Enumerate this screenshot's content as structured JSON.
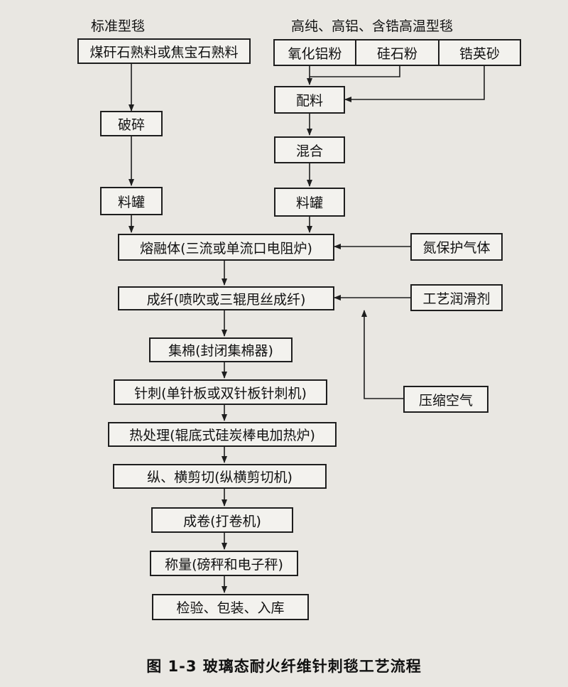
{
  "headers": {
    "left": "标准型毯",
    "right": "高纯、高铝、含锆高温型毯"
  },
  "left_branch": {
    "raw_material": "煤矸石熟料或焦宝石熟料",
    "crushing": "破碎",
    "tank": "料罐"
  },
  "right_branch": {
    "materials": [
      "氧化铝粉",
      "硅石粉",
      "锆英砂"
    ],
    "batching": "配料",
    "mixing": "混合",
    "tank": "料罐"
  },
  "main_steps": [
    "熔融体(三流或单流口电阻炉)",
    "成纤(喷吹或三辊甩丝成纤)",
    "集棉(封闭集棉器)",
    "针刺(单针板或双针板针刺机)",
    "热处理(辊底式硅炭棒电加热炉)",
    "纵、横剪切(纵横剪切机)",
    "成卷(打卷机)",
    "称量(磅秤和电子秤)",
    "检验、包装、入库"
  ],
  "side_inputs": {
    "nitrogen": "氮保护气体",
    "lubricant": "工艺润滑剂",
    "air": "压缩空气"
  },
  "caption": "图 1-3    玻璃态耐火纤维针刺毯工艺流程"
}
